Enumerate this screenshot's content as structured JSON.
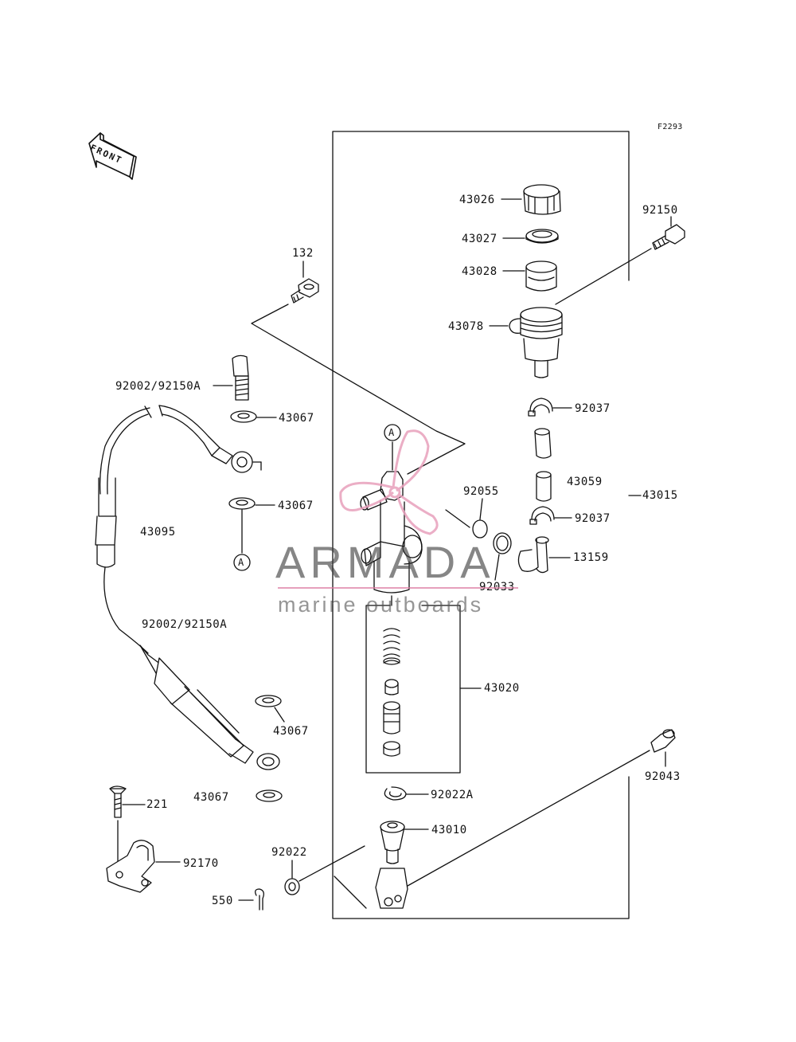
{
  "diagram_code": "F2293",
  "front_marker": "FRONT",
  "callouts": {
    "c43026": "43026",
    "c43027": "43027",
    "c43028": "43028",
    "c43078": "43078",
    "c92150": "92150",
    "c132": "132",
    "c92002_top": "92002/92150A",
    "c43067_1": "43067",
    "c43067_2": "43067",
    "c43095": "43095",
    "c92037_1": "92037",
    "c43059": "43059",
    "c92037_2": "92037",
    "c43015": "43015",
    "c92055": "92055",
    "c13159": "13159",
    "c92033": "92033",
    "c92002_bottom": "92002/92150A",
    "c43020": "43020",
    "c43067_3": "43067",
    "c43067_4": "43067",
    "c92043": "92043",
    "c221": "221",
    "c92022A": "92022A",
    "c43010": "43010",
    "c92170": "92170",
    "c92022": "92022",
    "c550": "550"
  },
  "ref_marks": {
    "a_top": "A",
    "a_bottom": "A"
  },
  "watermark": {
    "brand": "ARMADA",
    "tagline": "marine outboards",
    "accent_color": "#e8a0bc"
  }
}
